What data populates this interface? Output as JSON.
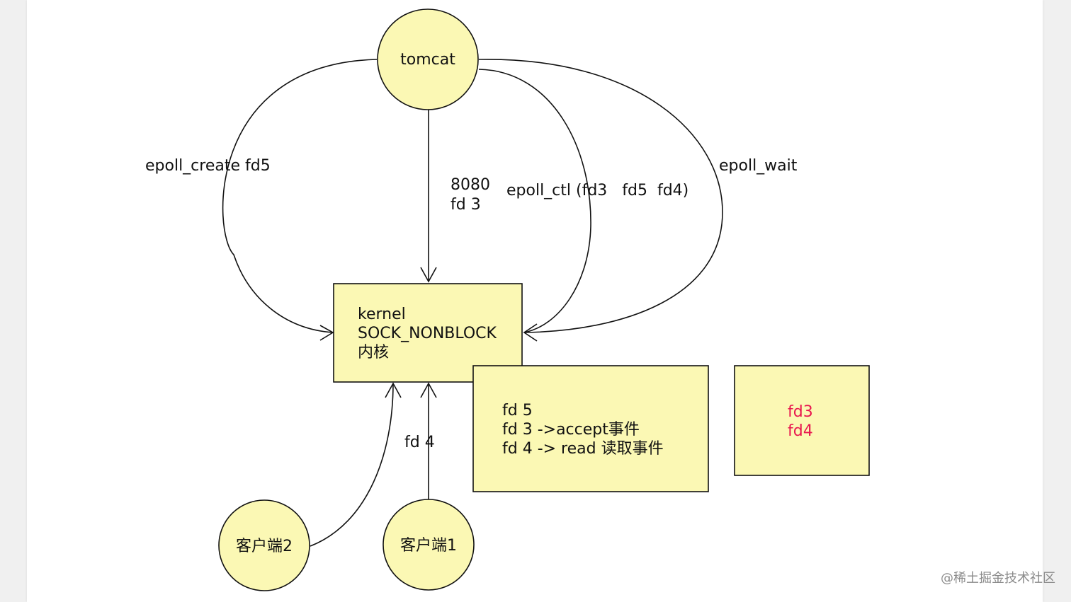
{
  "nodes": {
    "tomcat": {
      "label": "tomcat"
    },
    "kernel": {
      "lines": [
        "kernel",
        "SOCK_NONBLOCK",
        "内核"
      ]
    },
    "client2": {
      "label": "客户端2"
    },
    "client1": {
      "label": "客户端1"
    },
    "epoll_box": {
      "lines": [
        "fd 5",
        "fd 3 ->accept事件",
        "fd 4 -> read 读取事件"
      ]
    },
    "ready_box": {
      "lines": [
        "fd3",
        "fd4"
      ]
    }
  },
  "edges": {
    "epoll_create": "epoll_create fd5",
    "listen": [
      "8080",
      "fd 3"
    ],
    "epoll_ctl": "epoll_ctl (fd3   fd5  fd4)",
    "epoll_wait": "epoll_wait",
    "client_fd": "fd 4"
  },
  "watermark": "@稀土掘金技术社区",
  "colors": {
    "node_fill": "#fbf8b4",
    "stroke": "#111111",
    "ready_text": "#e8174f"
  }
}
